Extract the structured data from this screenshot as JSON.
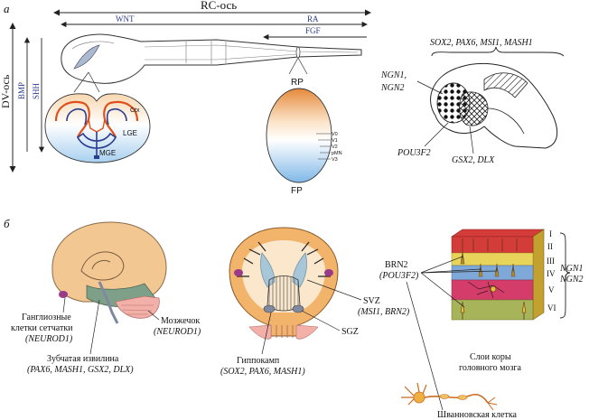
{
  "panels": {
    "a": "а",
    "b": "б"
  },
  "axes": {
    "rc": "RC-ось",
    "dv": "DV-ось",
    "wnt": "WNT",
    "ra": "RA",
    "fgf": "FGF",
    "bmp": "BMP",
    "shh": "SHH"
  },
  "forebrain": {
    "ctx": "Ctx",
    "lge": "LGE",
    "mge": "MGE"
  },
  "spinal": {
    "rp": "RP",
    "fp": "FP",
    "domains": [
      "V0",
      "V1",
      "V2",
      "pMN",
      "V3"
    ]
  },
  "neurogenesis": {
    "top": "SOX2, PAX6, MSI1, MASH1",
    "ngn_line1": "NGN1,",
    "ngn_line2": "NGN2",
    "pou": "POU3F2",
    "gsx": "GSX2, DLX"
  },
  "brain_b": {
    "gang_line1": "Ганглиозные",
    "gang_line2": "клетки сетчатки",
    "gang_line3": "(NEUROD1)",
    "cereb_line1": "Мозжечок",
    "cereb_line2": "(NEUROD1)",
    "dentate_line1": "Зубчатая извилина",
    "dentate_line2": "(PAX6, MASH1, GSX2, DLX)"
  },
  "coronal": {
    "svz": "SVZ",
    "svz_genes": "(MSI1, BRN2)",
    "sgz": "SGZ",
    "hippo_line1": "Гиппокамп",
    "hippo_line2": "(SOX2, PAX6, MASH1)"
  },
  "cortex": {
    "brn2": "BRN2",
    "pou": "(POU3F2)",
    "layers": [
      "I",
      "II",
      "III",
      "IV",
      "V",
      "VI"
    ],
    "ngn_line1": "NGN1",
    "ngn_line2": "NGN2",
    "caption_line1": "Слои коры",
    "caption_line2": "головного мозга",
    "schwann": "Шванновская клетка"
  }
}
